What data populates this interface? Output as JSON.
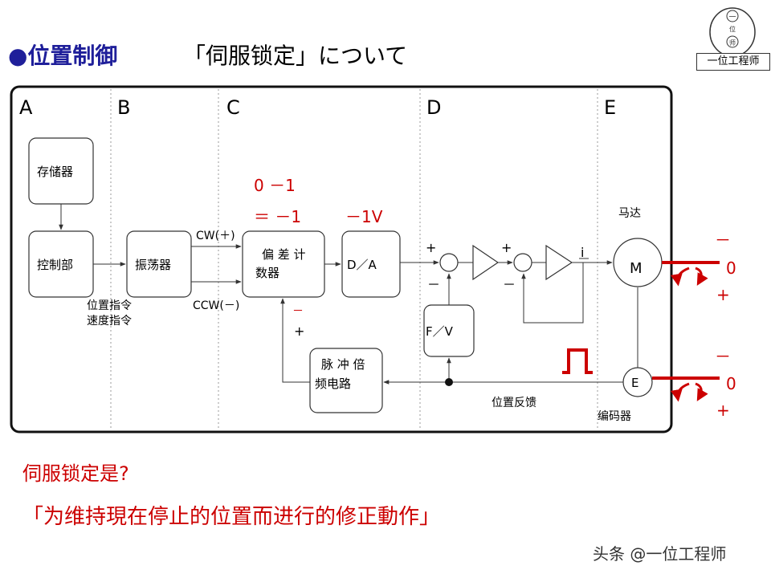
{
  "header": {
    "title": "●位置制御",
    "subtitle": "「伺服锁定」について",
    "logo_text": "一位工程师",
    "logo_glyphs": [
      "一",
      "位",
      "师"
    ]
  },
  "columns": [
    "A",
    "B",
    "C",
    "D",
    "E"
  ],
  "blocks": {
    "memory": "存储器",
    "control": "控制部",
    "oscillator": "振荡器",
    "deviation_line1": "偏 差 计",
    "deviation_line2": "数器",
    "da": "D／A",
    "fv": "F／V",
    "pulse_line1": "脉 冲 倍",
    "pulse_line2": "频电路",
    "motor": "M",
    "encoder": "E"
  },
  "labels": {
    "cw": "CW(＋)",
    "ccw": "CCW(－)",
    "pos_cmd": "位置指令",
    "speed_cmd": "速度指令",
    "motor_label": "马达",
    "encoder_label": "编码器",
    "feedback": "位置反馈",
    "current": "i",
    "plus": "+",
    "minus": "－"
  },
  "red_values": {
    "count_row1": "0 －1",
    "count_row2": "＝ －1",
    "voltage": "－1V",
    "dial_top": [
      "－",
      "0",
      "+"
    ],
    "dial_bottom": [
      "－",
      "0",
      "+"
    ]
  },
  "colors": {
    "accent": "#cc0000",
    "title": "#1f1f9a"
  },
  "question": {
    "line1": "伺服锁定是?",
    "line2": "「为维持現在停止的位置而进行的修正動作」"
  },
  "watermark": "头条 @一位工程师"
}
